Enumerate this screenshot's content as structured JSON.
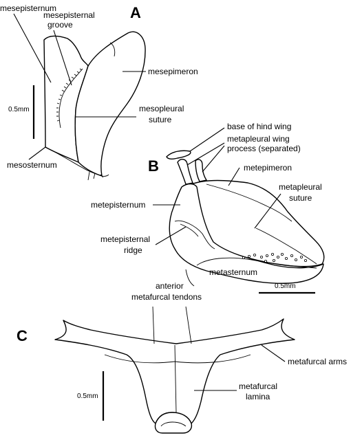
{
  "panels": {
    "a": {
      "letter": "A",
      "labels": {
        "mesepisternum": "mesepisternum",
        "mesepisternal_groove_1": "mesepisternal",
        "mesepisternal_groove_2": "groove",
        "mesepimeron": "mesepimeron",
        "mesopleural_suture_1": "mesopleural",
        "mesopleural_suture_2": "suture",
        "mesosternum": "mesosternum"
      },
      "scale_label": "0.5mm"
    },
    "b": {
      "letter": "B",
      "labels": {
        "base_hind_wing": "base of hind wing",
        "wing_process_1": "metapleural wing",
        "wing_process_2": "process (separated)",
        "metepimeron": "metepimeron",
        "metapleural_suture_1": "metapleural",
        "metapleural_suture_2": "suture",
        "metepisternum": "metepisternum",
        "metepisternal_ridge_1": "metepisternal",
        "metepisternal_ridge_2": "ridge",
        "metasternum": "metasternum"
      },
      "scale_label": "0.5mm"
    },
    "c": {
      "letter": "C",
      "labels": {
        "anterior_tendons_1": "anterior",
        "anterior_tendons_2": "metafurcal tendons",
        "metafurcal_arms": "metafurcal arms",
        "metafurcal_lamina_1": "metafurcal",
        "metafurcal_lamina_2": "lamina"
      },
      "scale_label": "0.5mm"
    }
  }
}
